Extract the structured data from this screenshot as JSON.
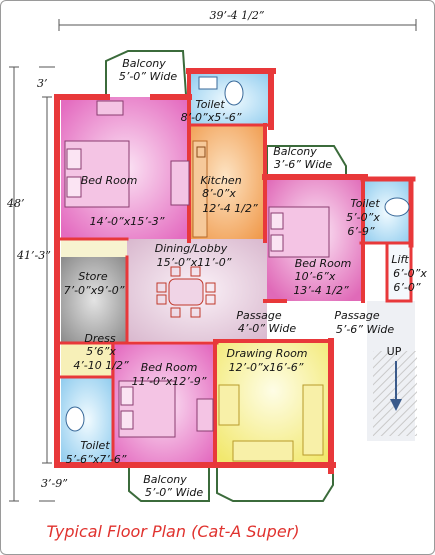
{
  "caption": "Typical Floor Plan (Cat-A Super)",
  "dimensions": {
    "top_width": "39’-4 1/2”",
    "left_total": "48’",
    "left_inner": "41’-3”",
    "left_top": "3’",
    "left_bottom": "3’-9”"
  },
  "rooms": {
    "balcony_top": {
      "name": "Balcony",
      "size": "5’-0” Wide"
    },
    "toilet_top": {
      "name": "Toilet",
      "size": "8’-0”x5’-6”"
    },
    "bedroom_1": {
      "name": "Bed Room",
      "size": "14’-0”x15’-3”"
    },
    "kitchen": {
      "name": "Kitchen",
      "size1": "8’-0”x",
      "size2": "12’-4 1/2”"
    },
    "balcony_mid": {
      "name": "Balcony",
      "size": "3’-6” Wide"
    },
    "toilet_right": {
      "name": "Toilet",
      "size1": "5’-0”x",
      "size2": "6’-9”"
    },
    "bedroom_2": {
      "name": "Bed Room",
      "size1": "10’-6”x",
      "size2": "13’-4 1/2”"
    },
    "lift": {
      "name": "Lift",
      "size1": "6’-0”x",
      "size2": "6’-0”"
    },
    "dining": {
      "name": "Dining/Lobby",
      "size": "15’-0”x11’-0”"
    },
    "store": {
      "name": "Store",
      "size": "7’-0”x9’-0”"
    },
    "passage_1": {
      "name": "Passage",
      "size": "4’-0” Wide"
    },
    "passage_2": {
      "name": "Passage",
      "size": "5’-6” Wide"
    },
    "dress": {
      "name": "Dress",
      "size1": "5’6”x",
      "size2": "4’-10 1/2”"
    },
    "bedroom_3": {
      "name": "Bed Room",
      "size": "11’-0”x12’-9”"
    },
    "drawing_room": {
      "name": "Drawing Room",
      "size": "12’-0”x16’-6”"
    },
    "toilet_bottom": {
      "name": "Toilet",
      "size": "5’-6”x7’-6”"
    },
    "balcony_bottom": {
      "name": "Balcony",
      "size": "5’-0” Wide"
    }
  },
  "stairs_label": "UP",
  "colors": {
    "wall": "#e8383a",
    "bedroom": "#e87ac4",
    "kitchen": "#f2a55c",
    "drawing": "#f4ef8a",
    "toilet": "#a9d6f0",
    "store": "#9a9a9a",
    "caption": "#e0322e"
  }
}
